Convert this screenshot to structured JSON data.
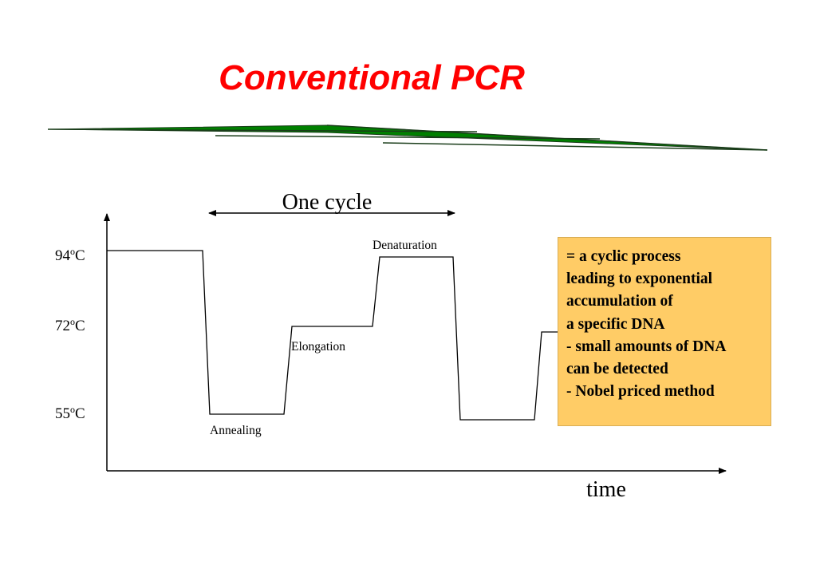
{
  "title": "Conventional PCR",
  "colors": {
    "title": "#ff0000",
    "box_fill": "#ffcc66",
    "box_border": "#d9ae55",
    "decor_green": "#008000",
    "decor_dark": "#1a3d1a"
  },
  "diagram": {
    "cycle_label": "One cycle",
    "x_axis_label": "time",
    "temperatures": [
      {
        "value": "94",
        "unit_sup": "o",
        "unit": "C"
      },
      {
        "value": "72",
        "unit_sup": "o",
        "unit": "C"
      },
      {
        "value": "55",
        "unit_sup": "o",
        "unit": "C"
      }
    ],
    "phases": {
      "denaturation": "Denaturation",
      "elongation": "Elongation",
      "annealing": "Annealing"
    }
  },
  "info_box": {
    "lines": [
      "= a cyclic process",
      "leading to exponential",
      "accumulation of",
      "a specific DNA",
      "- small amounts of DNA",
      "can be detected",
      "- Nobel priced method"
    ]
  }
}
